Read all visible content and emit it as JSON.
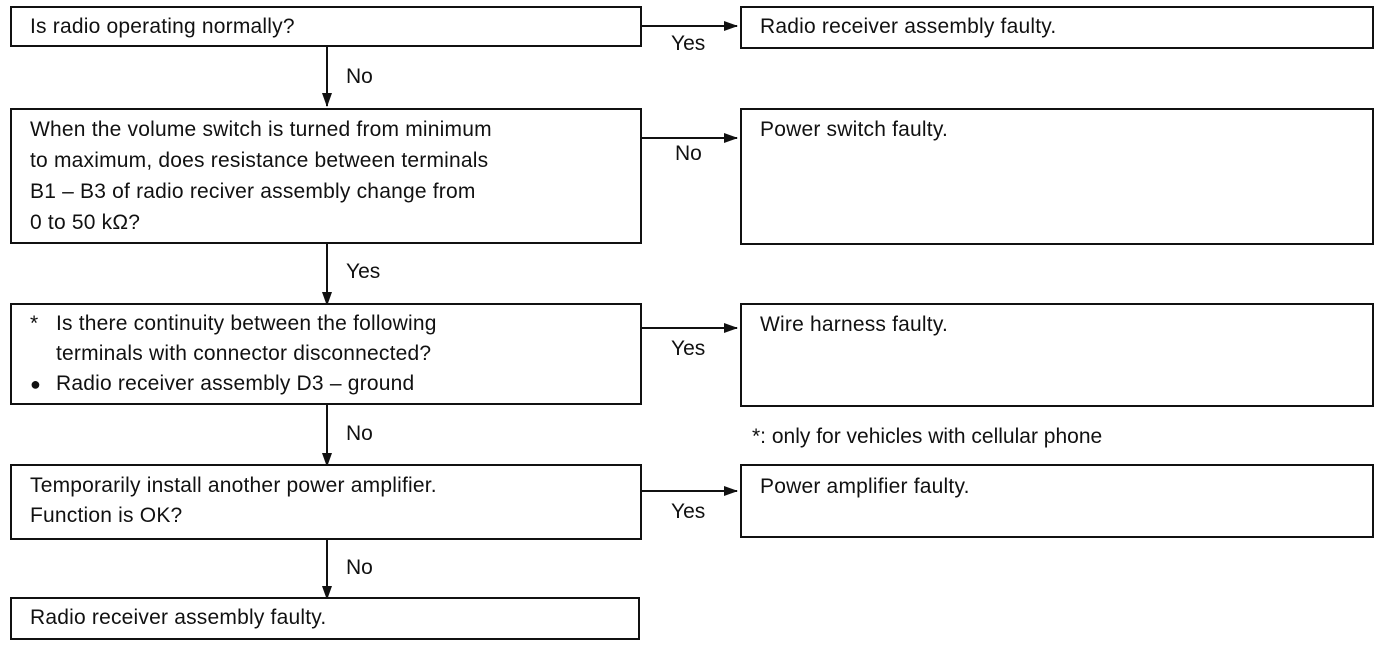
{
  "questions": {
    "q1": {
      "text": "Is radio operating normally?"
    },
    "q2": {
      "lines": [
        "When the volume switch is turned from minimum",
        "to maximum, does resistance between terminals",
        "B1 – B3 of radio reciver assembly change from",
        "0 to 50 kΩ?"
      ]
    },
    "q3": {
      "marker": "*",
      "lines": [
        "Is there continuity between the following",
        "terminals with connector disconnected?"
      ],
      "bullet_marker": "●",
      "bullet": "Radio receiver assembly D3 – ground"
    },
    "q4": {
      "lines": [
        "Temporarily install another power amplifier.",
        "Function is OK?"
      ]
    }
  },
  "results": {
    "r1": "Radio receiver assembly faulty.",
    "r2": "Power switch faulty.",
    "r3": "Wire harness faulty.",
    "r4": "Power amplifier faulty.",
    "final": "Radio receiver assembly faulty."
  },
  "branches": {
    "q1_right": "Yes",
    "q1_down": "No",
    "q2_right": "No",
    "q2_down": "Yes",
    "q3_right": "Yes",
    "q3_down": "No",
    "q4_right": "Yes",
    "q4_down": "No"
  },
  "footnote": "*:  only for vehicles with cellular phone"
}
